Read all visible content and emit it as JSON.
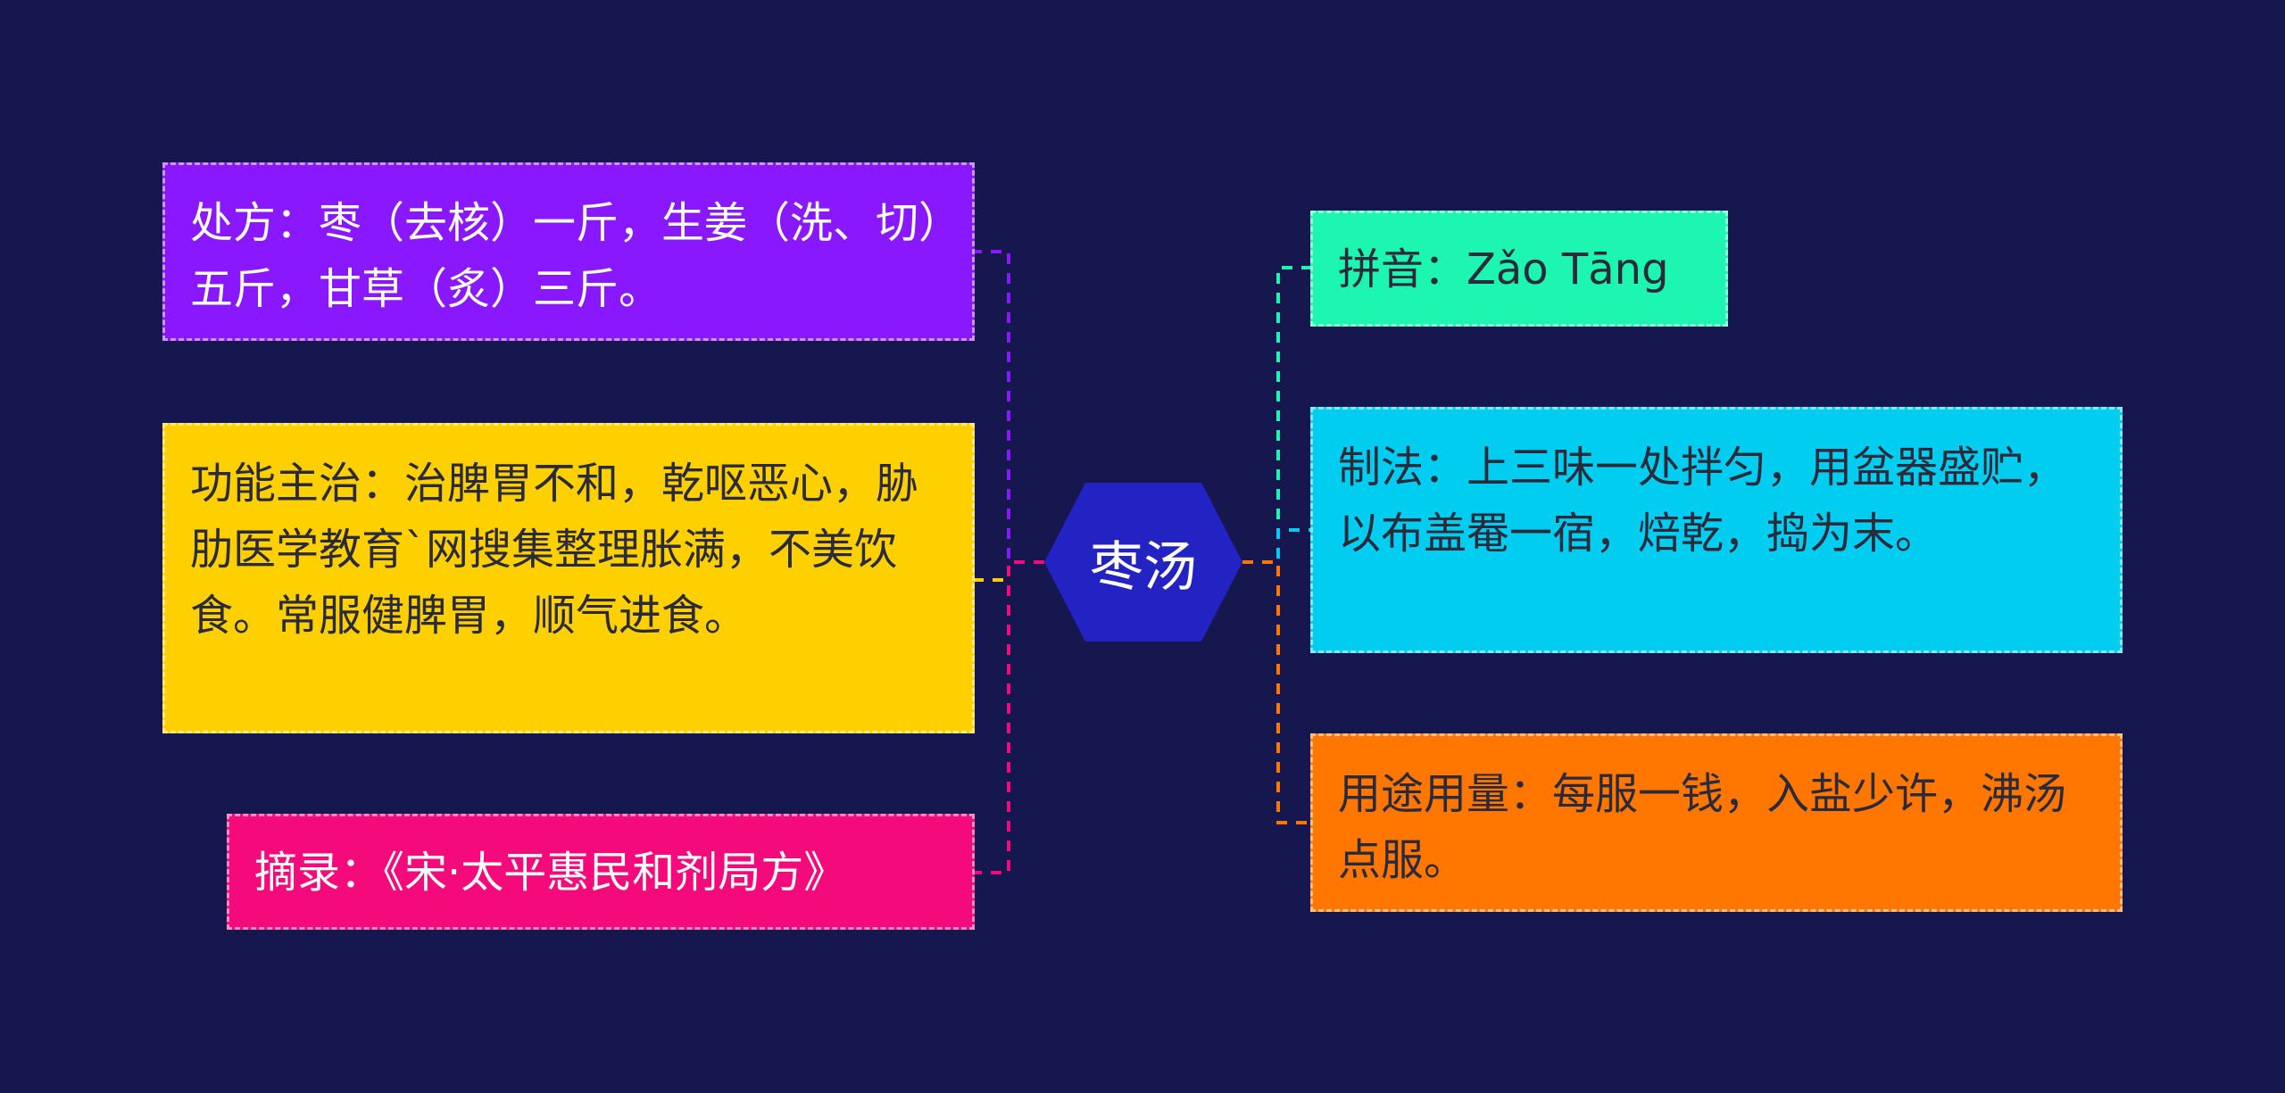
{
  "root": {
    "label": "枣汤",
    "color": "#2323c4"
  },
  "left_nodes": [
    {
      "id": "prescription",
      "text": "处方：枣（去核）一斤，生姜（洗、切）五斤，甘草（炙）三斤。",
      "color": "#8a18ff",
      "line_color": "#8a18ff"
    },
    {
      "id": "function",
      "text": "功能主治：治脾胃不和，乾呕恶心，胁肋医学教育`网搜集整理胀满，不美饮食。常服健脾胃，顺气进食。",
      "color": "#ffd000",
      "line_color": "#ffd000"
    },
    {
      "id": "source",
      "text": "摘录：《宋·太平惠民和剂局方》",
      "color": "#f40a7a",
      "line_color": "#f40a7a"
    }
  ],
  "right_nodes": [
    {
      "id": "pinyin",
      "text": "拼音：Zǎo Tāng",
      "color": "#1cf6b0",
      "line_color": "#1cf6b0"
    },
    {
      "id": "preparation",
      "text": "制法：上三味一处拌匀，用盆器盛贮，以布盖罨一宿，焙乾，捣为末。",
      "color": "#00cdf0",
      "line_color": "#00cdf0"
    },
    {
      "id": "usage",
      "text": "用途用量：每服一钱，入盐少许，沸汤点服。",
      "color": "#ff7600",
      "line_color": "#ff7600"
    }
  ]
}
